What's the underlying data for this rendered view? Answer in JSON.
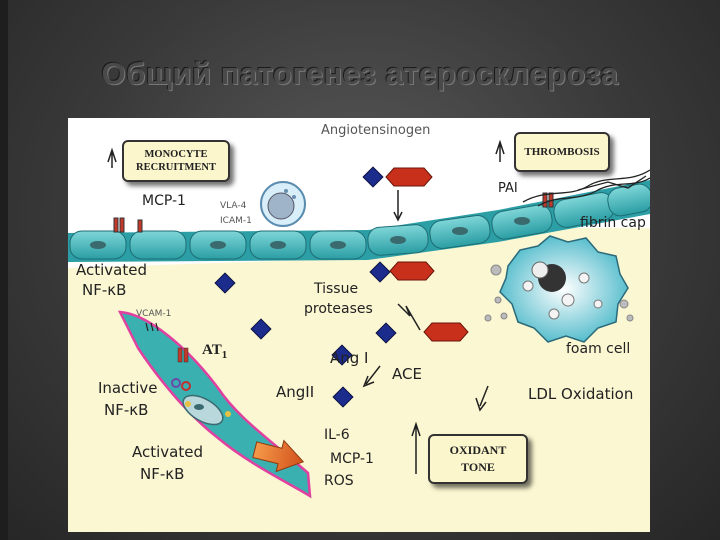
{
  "slide": {
    "title": "Общий патогенез атеросклероза"
  },
  "boxes": {
    "monocyte_line1": "MONOCYTE",
    "monocyte_line2": "RECRUITMENT",
    "thrombosis": "THROMBOSIS",
    "oxidant_line1": "OXIDANT",
    "oxidant_line2": "TONE"
  },
  "labels": {
    "angiotensinogen": "Angiotensinogen",
    "mcp1_top": "MCP-1",
    "vla4": "VLA-4",
    "icam1": "ICAM-1",
    "pai": "PAI",
    "fibrin_cap": "fibrin cap",
    "activated_nfkb_top_1": "Activated",
    "activated_nfkb_top_2": "NF-κB",
    "vcam1": "VCAM-1",
    "tissue_proteases_1": "Tissue",
    "tissue_proteases_2": "proteases",
    "at1": "AT",
    "at1_sub": "1",
    "ang1": "Ang I",
    "ace": "ACE",
    "foam_cell": "foam cell",
    "inactive_nfkb_1": "Inactive",
    "inactive_nfkb_2": "NF-κB",
    "ang2": "AngII",
    "ldl_oxidation": "LDL Oxidation",
    "il6": "IL-6",
    "mcp1_bottom": "MCP-1",
    "ros": "ROS",
    "activated_nfkb_bottom_1": "Activated",
    "activated_nfkb_bottom_2": "NF-κB"
  },
  "colors": {
    "endothelium": "#3bb3b8",
    "smooth_muscle": "#3ab0b0",
    "diamond": "#1c2c8c",
    "hexagon": "#c8301c",
    "box_fill": "#fbf6cc",
    "arrow_orange": "#e8641e"
  }
}
